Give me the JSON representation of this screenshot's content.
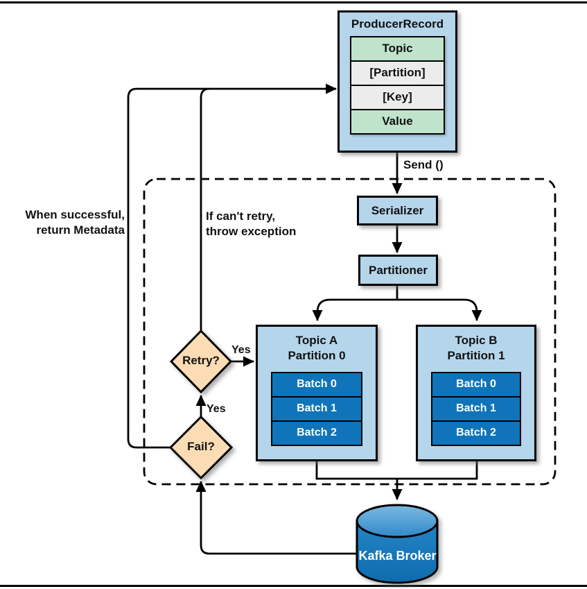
{
  "producer_record": {
    "title": "ProducerRecord",
    "fields": [
      "Topic",
      "[Partition]",
      "[Key]",
      "Value"
    ]
  },
  "send_label": "Send ()",
  "serializer_label": "Serializer",
  "partitioner_label": "Partitioner",
  "partitions": [
    {
      "title_line1": "Topic A",
      "title_line2": "Partition 0",
      "batches": [
        "Batch 0",
        "Batch 1",
        "Batch 2"
      ]
    },
    {
      "title_line1": "Topic B",
      "title_line2": "Partition 1",
      "batches": [
        "Batch 0",
        "Batch 1",
        "Batch 2"
      ]
    }
  ],
  "broker_label": "Kafka Broker",
  "retry_diamond_label": "Retry?",
  "fail_diamond_label": "Fail?",
  "retry_yes_label": "Yes",
  "fail_yes_label": "Yes",
  "success_note_line1": "When successful,",
  "success_note_line2": "return Metadata",
  "exception_note_line1": "If can't retry,",
  "exception_note_line2": "throw exception",
  "colors": {
    "box_blue": "#b5d5eb",
    "mint_green": "#bfe3cb",
    "light_gray": "#ececec",
    "batch_blue": "#0f74ba",
    "diamond_peach": "#fbdcb4",
    "broker_top_light": "#7cb9e2",
    "broker_top_dark": "#3189c9",
    "broker_body_top": "#2485c6",
    "broker_body_bottom": "#0e6cad"
  }
}
